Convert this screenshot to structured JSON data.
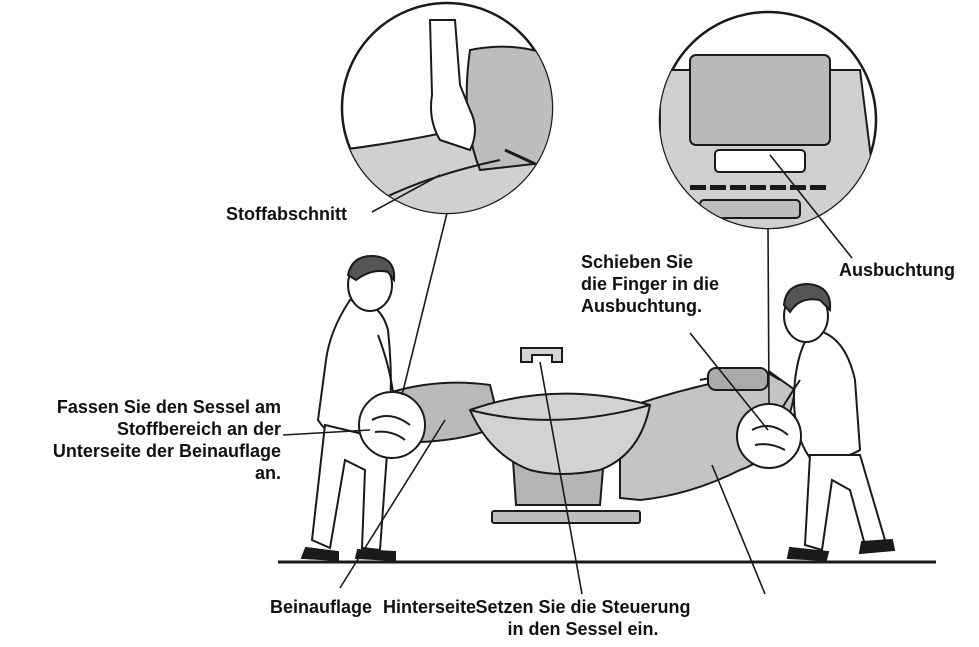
{
  "labels": {
    "fabric_section": "Stoffabschnitt",
    "recess": "Ausbuchtung",
    "slide_fingers": "Schieben Sie\ndie Finger in die\nAusbuchtung.",
    "hold_chair": "Fassen Sie den Sessel am\nStoffbereich an der\nUnterseite der Beinauflage\nan.",
    "leg_rest": "Beinauflage",
    "back": "Hinterseite",
    "insert_control": "Setzen Sie die Steuerung\nin den Sessel ein."
  },
  "colors": {
    "line": "#1a1a1a",
    "chair_fill": "#c9c9c9",
    "chair_dark": "#9a9a9a",
    "background": "#ffffff"
  }
}
